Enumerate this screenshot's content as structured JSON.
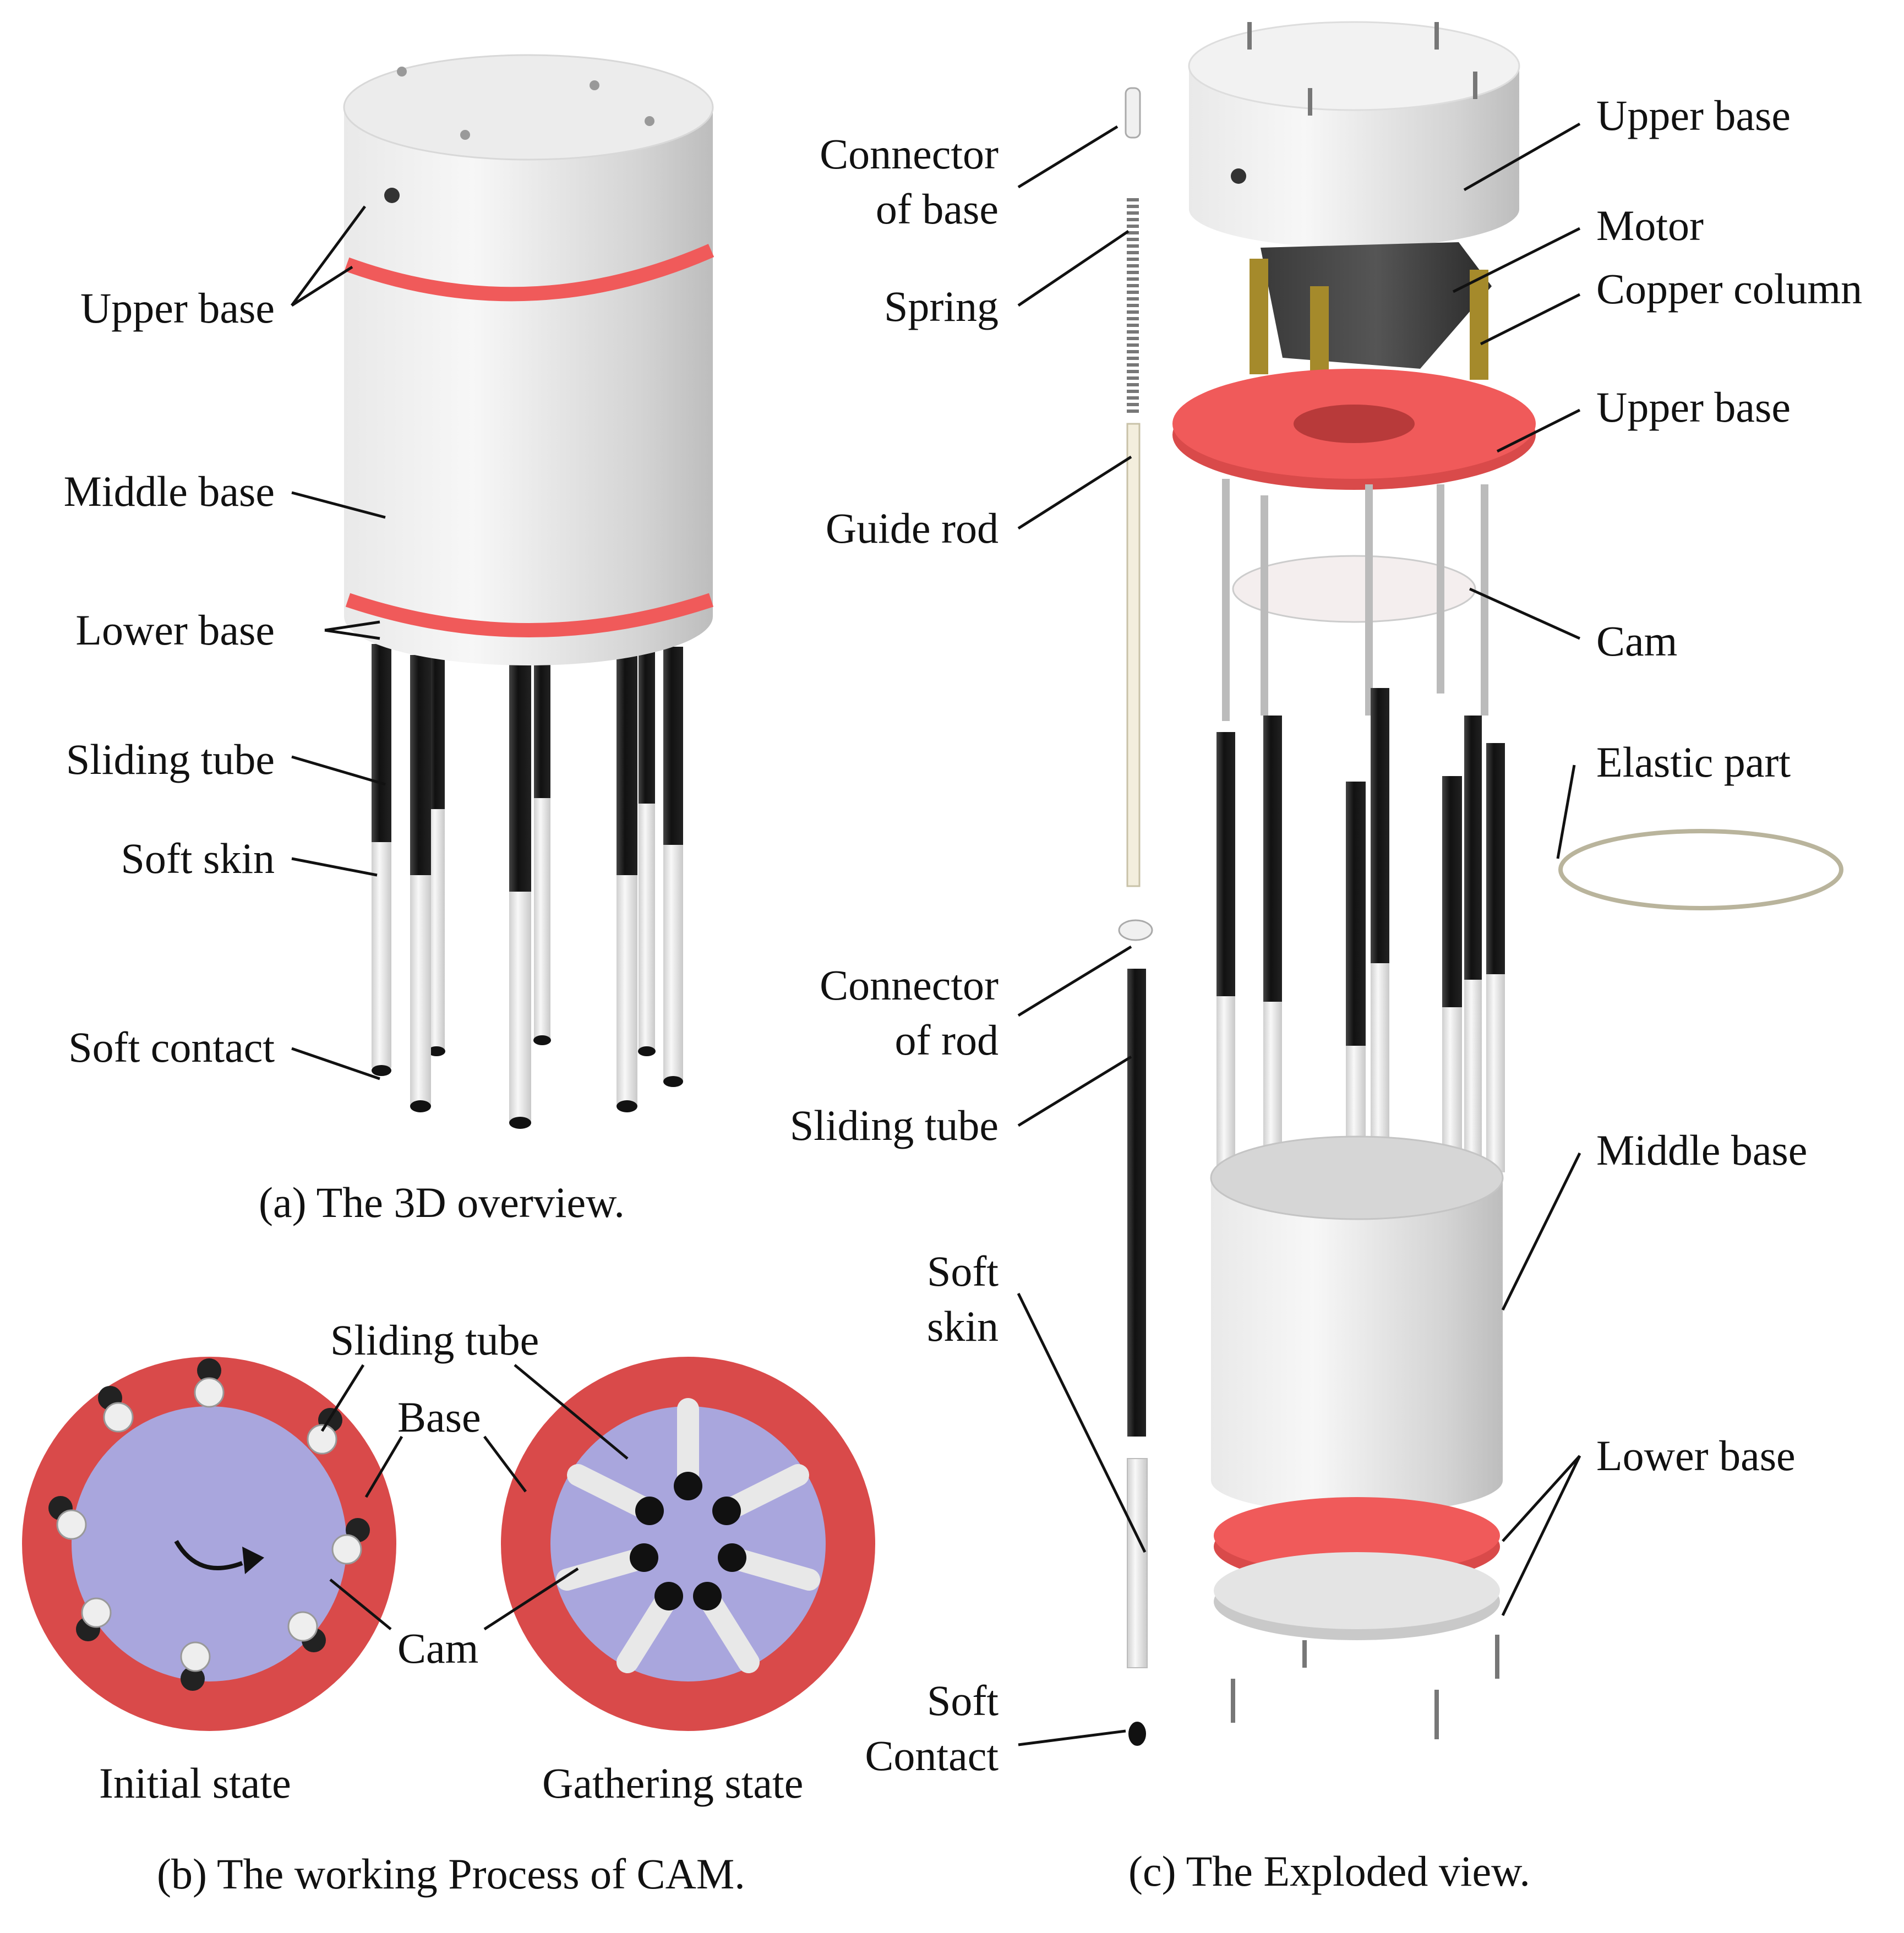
{
  "panel_a": {
    "labels": {
      "upper_base": "Upper base",
      "middle_base": "Middle base",
      "lower_base": "Lower base",
      "sliding_tube": "Sliding tube",
      "soft_skin": "Soft skin",
      "soft_contact": "Soft contact"
    },
    "caption": "(a) The 3D overview."
  },
  "panel_b": {
    "labels": {
      "sliding_tube": "Sliding tube",
      "base": "Base",
      "cam": "Cam",
      "initial_state": "Initial state",
      "gathering_state": "Gathering state"
    },
    "caption": "(b) The working Process of CAM."
  },
  "panel_c": {
    "left_labels": {
      "connector_of_base_1": "Connector",
      "connector_of_base_2": "of base",
      "spring": "Spring",
      "guide_rod": "Guide rod",
      "connector_of_rod_1": "Connector",
      "connector_of_rod_2": "of rod",
      "sliding_tube": "Sliding tube",
      "soft_skin_1": "Soft",
      "soft_skin_2": "skin",
      "soft_contact_1": "Soft",
      "soft_contact_2": "Contact"
    },
    "right_labels": {
      "upper_base_top": "Upper base",
      "motor": "Motor",
      "copper_column": "Copper column",
      "upper_base_ring": "Upper base",
      "cam": "Cam",
      "elastic_part": "Elastic part",
      "middle_base": "Middle base",
      "lower_base": "Lower base"
    },
    "caption": "(c) The Exploded view."
  },
  "colors": {
    "red_ring": "#f05a5a",
    "base_red": "#d94a4a",
    "cam_lavender": "#a9a6dd",
    "tube_black": "#1e1e1e",
    "skin_white": "#eeeeee"
  }
}
